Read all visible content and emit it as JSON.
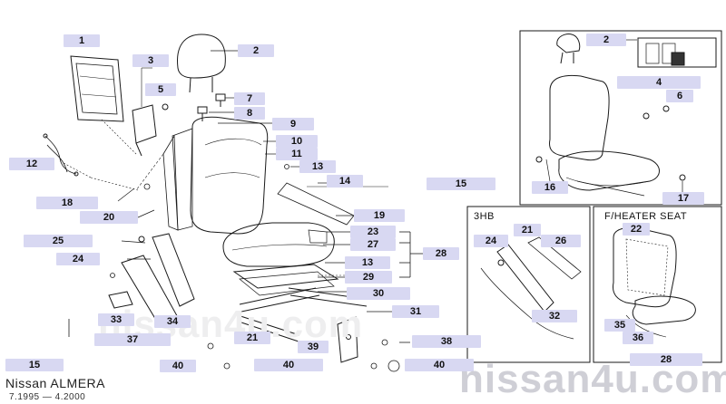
{
  "footer": {
    "model": "Nissan ALMERA",
    "range": "7.1995 — 4.2000"
  },
  "watermark": "nissan4u.com",
  "panels": {
    "hb3": "3HB",
    "heater": "F/HEATER SEAT"
  },
  "callouts": [
    {
      "id": "c-1",
      "label": "1"
    },
    {
      "id": "c-2a",
      "label": "2"
    },
    {
      "id": "c-3",
      "label": "3"
    },
    {
      "id": "c-5a",
      "label": "5"
    },
    {
      "id": "c-7",
      "label": "7"
    },
    {
      "id": "c-8",
      "label": "8"
    },
    {
      "id": "c-9",
      "label": "9"
    },
    {
      "id": "c-10",
      "label": "10"
    },
    {
      "id": "c-11",
      "label": "11"
    },
    {
      "id": "c-12",
      "label": "12"
    },
    {
      "id": "c-13a",
      "label": "13"
    },
    {
      "id": "c-14",
      "label": "14"
    },
    {
      "id": "c-15a",
      "label": "15"
    },
    {
      "id": "c-18",
      "label": "18"
    },
    {
      "id": "c-19",
      "label": "19"
    },
    {
      "id": "c-20",
      "label": "20"
    },
    {
      "id": "c-23",
      "label": "23"
    },
    {
      "id": "c-27",
      "label": "27"
    },
    {
      "id": "c-28a",
      "label": "28"
    },
    {
      "id": "c-25",
      "label": "25"
    },
    {
      "id": "c-24a",
      "label": "24"
    },
    {
      "id": "c-13b",
      "label": "13"
    },
    {
      "id": "c-29",
      "label": "29"
    },
    {
      "id": "c-30",
      "label": "30"
    },
    {
      "id": "c-31",
      "label": "31"
    },
    {
      "id": "c-33",
      "label": "33"
    },
    {
      "id": "c-34",
      "label": "34"
    },
    {
      "id": "c-37",
      "label": "37"
    },
    {
      "id": "c-21a",
      "label": "21"
    },
    {
      "id": "c-39",
      "label": "39"
    },
    {
      "id": "c-38",
      "label": "38"
    },
    {
      "id": "c-15b",
      "label": "15"
    },
    {
      "id": "c-40a",
      "label": "40"
    },
    {
      "id": "c-40b",
      "label": "40"
    },
    {
      "id": "c-40c",
      "label": "40"
    },
    {
      "id": "c-2b",
      "label": "2"
    },
    {
      "id": "c-4",
      "label": "4"
    },
    {
      "id": "c-6",
      "label": "6"
    },
    {
      "id": "c-16",
      "label": "16"
    },
    {
      "id": "c-17",
      "label": "17"
    },
    {
      "id": "c-24b",
      "label": "24"
    },
    {
      "id": "c-21b",
      "label": "21"
    },
    {
      "id": "c-26",
      "label": "26"
    },
    {
      "id": "c-32",
      "label": "32"
    },
    {
      "id": "c-22",
      "label": "22"
    },
    {
      "id": "c-35",
      "label": "35"
    },
    {
      "id": "c-36",
      "label": "36"
    },
    {
      "id": "c-28b",
      "label": "28"
    }
  ]
}
